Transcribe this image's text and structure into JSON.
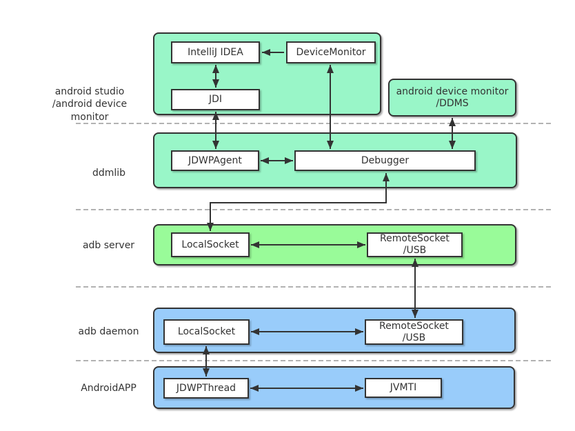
{
  "colors": {
    "mint": "#99F6C8",
    "pale_green": "#99FB99",
    "sky_blue": "#99CCFA",
    "box_border": "#333333",
    "separator": "#999999"
  },
  "row_labels": [
    {
      "id": "android-studio",
      "text": "android studio\n/android device\nmonitor"
    },
    {
      "id": "ddmlib",
      "text": "ddmlib"
    },
    {
      "id": "adb-server",
      "text": "adb server"
    },
    {
      "id": "adb-daemon",
      "text": "adb daemon"
    },
    {
      "id": "android-app",
      "text": "AndroidAPP"
    }
  ],
  "nodes": {
    "intellij_idea": "IntelliJ IDEA",
    "device_monitor": "DeviceMonitor",
    "jdi": "JDI",
    "ddms": "android device monitor\n/DDMS",
    "jdwp_agent": "JDWPAgent",
    "debugger": "Debugger",
    "local_socket_server": "LocalSocket",
    "remote_socket_server": "RemoteSocket\n/USB",
    "local_socket_daemon": "LocalSocket",
    "remote_socket_daemon": "RemoteSocket\n/USB",
    "jdwp_thread": "JDWPThread",
    "jvmti": "JVMTI"
  },
  "connections": [
    {
      "from": "DeviceMonitor",
      "to": "IntelliJ IDEA",
      "direction": "one-way"
    },
    {
      "from": "IntelliJ IDEA",
      "to": "JDI",
      "direction": "two-way"
    },
    {
      "from": "DeviceMonitor",
      "to": "Debugger",
      "direction": "two-way"
    },
    {
      "from": "android device monitor /DDMS",
      "to": "Debugger",
      "direction": "two-way"
    },
    {
      "from": "JDI",
      "to": "JDWPAgent",
      "direction": "two-way"
    },
    {
      "from": "JDWPAgent",
      "to": "Debugger",
      "direction": "two-way"
    },
    {
      "from": "Debugger",
      "to": "LocalSocket (adb server)",
      "direction": "two-way",
      "shape": "elbow"
    },
    {
      "from": "LocalSocket (adb server)",
      "to": "RemoteSocket/USB (adb server)",
      "direction": "two-way"
    },
    {
      "from": "RemoteSocket/USB (adb server)",
      "to": "RemoteSocket/USB (adb daemon)",
      "direction": "two-way"
    },
    {
      "from": "LocalSocket (adb daemon)",
      "to": "RemoteSocket/USB (adb daemon)",
      "direction": "two-way"
    },
    {
      "from": "LocalSocket (adb daemon)",
      "to": "JDWPThread",
      "direction": "two-way"
    },
    {
      "from": "JDWPThread",
      "to": "JVMTI",
      "direction": "two-way"
    }
  ]
}
